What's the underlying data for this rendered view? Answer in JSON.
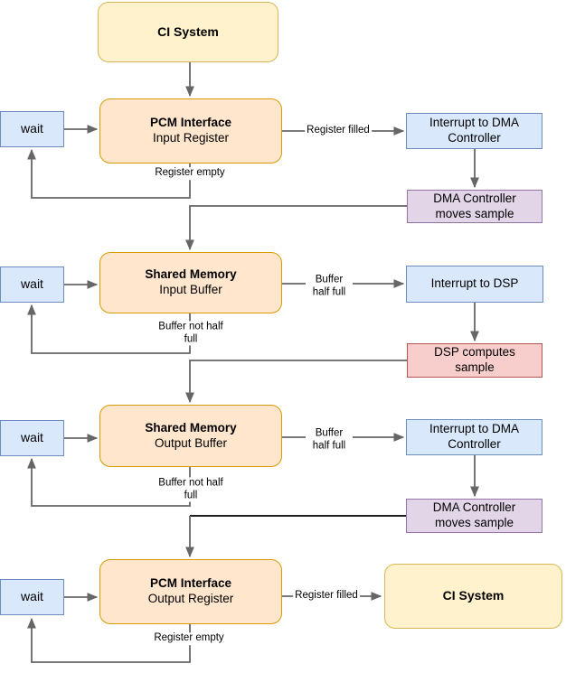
{
  "nodes": {
    "ci_top": {
      "title": "CI System",
      "subtitle": ""
    },
    "pcm_input": {
      "title": "PCM Interface",
      "subtitle": "Input Register"
    },
    "wait1": {
      "title": "wait"
    },
    "int_dma_1": {
      "title": "Interrupt to DMA Controller"
    },
    "dma_moves_1": {
      "title": "DMA Controller moves sample"
    },
    "shared_input": {
      "title": "Shared Memory",
      "subtitle": "Input Buffer"
    },
    "wait2": {
      "title": "wait"
    },
    "int_dsp": {
      "title": "Interrupt to DSP"
    },
    "dsp_computes": {
      "title": "DSP computes sample"
    },
    "shared_output": {
      "title": "Shared Memory",
      "subtitle": "Output Buffer"
    },
    "wait3": {
      "title": "wait"
    },
    "int_dma_2": {
      "title": "Interrupt to DMA Controller"
    },
    "dma_moves_2": {
      "title": "DMA Controller moves sample"
    },
    "pcm_output": {
      "title": "PCM Interface",
      "subtitle": "Output Register"
    },
    "wait4": {
      "title": "wait"
    },
    "ci_bottom": {
      "title": "CI System",
      "subtitle": ""
    }
  },
  "edge_labels": {
    "register_filled_1": "Register filled",
    "register_empty_1": "Register empty",
    "buffer_half_full_1": "Buffer half full",
    "buffer_not_half_full_1": "Buffer not half full",
    "buffer_half_full_2": "Buffer half full",
    "buffer_not_half_full_2": "Buffer not half full",
    "register_filled_2": "Register filled",
    "register_empty_2": "Register empty"
  },
  "edges": [
    {
      "from": "CI System",
      "to": "PCM Interface Input Register",
      "label": ""
    },
    {
      "from": "wait",
      "to": "PCM Interface Input Register",
      "label": ""
    },
    {
      "from": "PCM Interface Input Register",
      "to": "Interrupt to DMA Controller",
      "label": "Register filled"
    },
    {
      "from": "PCM Interface Input Register",
      "to": "wait",
      "label": "Register empty"
    },
    {
      "from": "Interrupt to DMA Controller",
      "to": "DMA Controller moves sample",
      "label": ""
    },
    {
      "from": "DMA Controller moves sample",
      "to": "Shared Memory Input Buffer",
      "label": ""
    },
    {
      "from": "wait",
      "to": "Shared Memory Input Buffer",
      "label": ""
    },
    {
      "from": "Shared Memory Input Buffer",
      "to": "Interrupt to DSP",
      "label": "Buffer half full"
    },
    {
      "from": "Shared Memory Input Buffer",
      "to": "wait",
      "label": "Buffer not half full"
    },
    {
      "from": "Interrupt to DSP",
      "to": "DSP computes sample",
      "label": ""
    },
    {
      "from": "DSP computes sample",
      "to": "Shared Memory Output Buffer",
      "label": ""
    },
    {
      "from": "wait",
      "to": "Shared Memory Output Buffer",
      "label": ""
    },
    {
      "from": "Shared Memory Output Buffer",
      "to": "Interrupt to DMA Controller",
      "label": "Buffer half full"
    },
    {
      "from": "Shared Memory Output Buffer",
      "to": "wait",
      "label": "Buffer not half full"
    },
    {
      "from": "Interrupt to DMA Controller",
      "to": "DMA Controller moves sample",
      "label": ""
    },
    {
      "from": "DMA Controller moves sample",
      "to": "PCM Interface Output Register",
      "label": ""
    },
    {
      "from": "wait",
      "to": "PCM Interface Output Register",
      "label": ""
    },
    {
      "from": "PCM Interface Output Register",
      "to": "CI System",
      "label": "Register filled"
    },
    {
      "from": "PCM Interface Output Register",
      "to": "wait",
      "label": "Register empty"
    }
  ],
  "palette": {
    "yellow_fill": "#FFF2CC",
    "yellow_border": "#D6B656",
    "orange_fill": "#FFE6CC",
    "orange_border": "#D79B00",
    "blue_fill": "#DAE8FC",
    "blue_border": "#6C8EBF",
    "purple_fill": "#E1D5E7",
    "purple_border": "#9673A6",
    "red_fill": "#F8CECC",
    "red_border": "#B85450",
    "connector": "#666666",
    "connector_dark": "#000000",
    "label_text": "#000000"
  }
}
